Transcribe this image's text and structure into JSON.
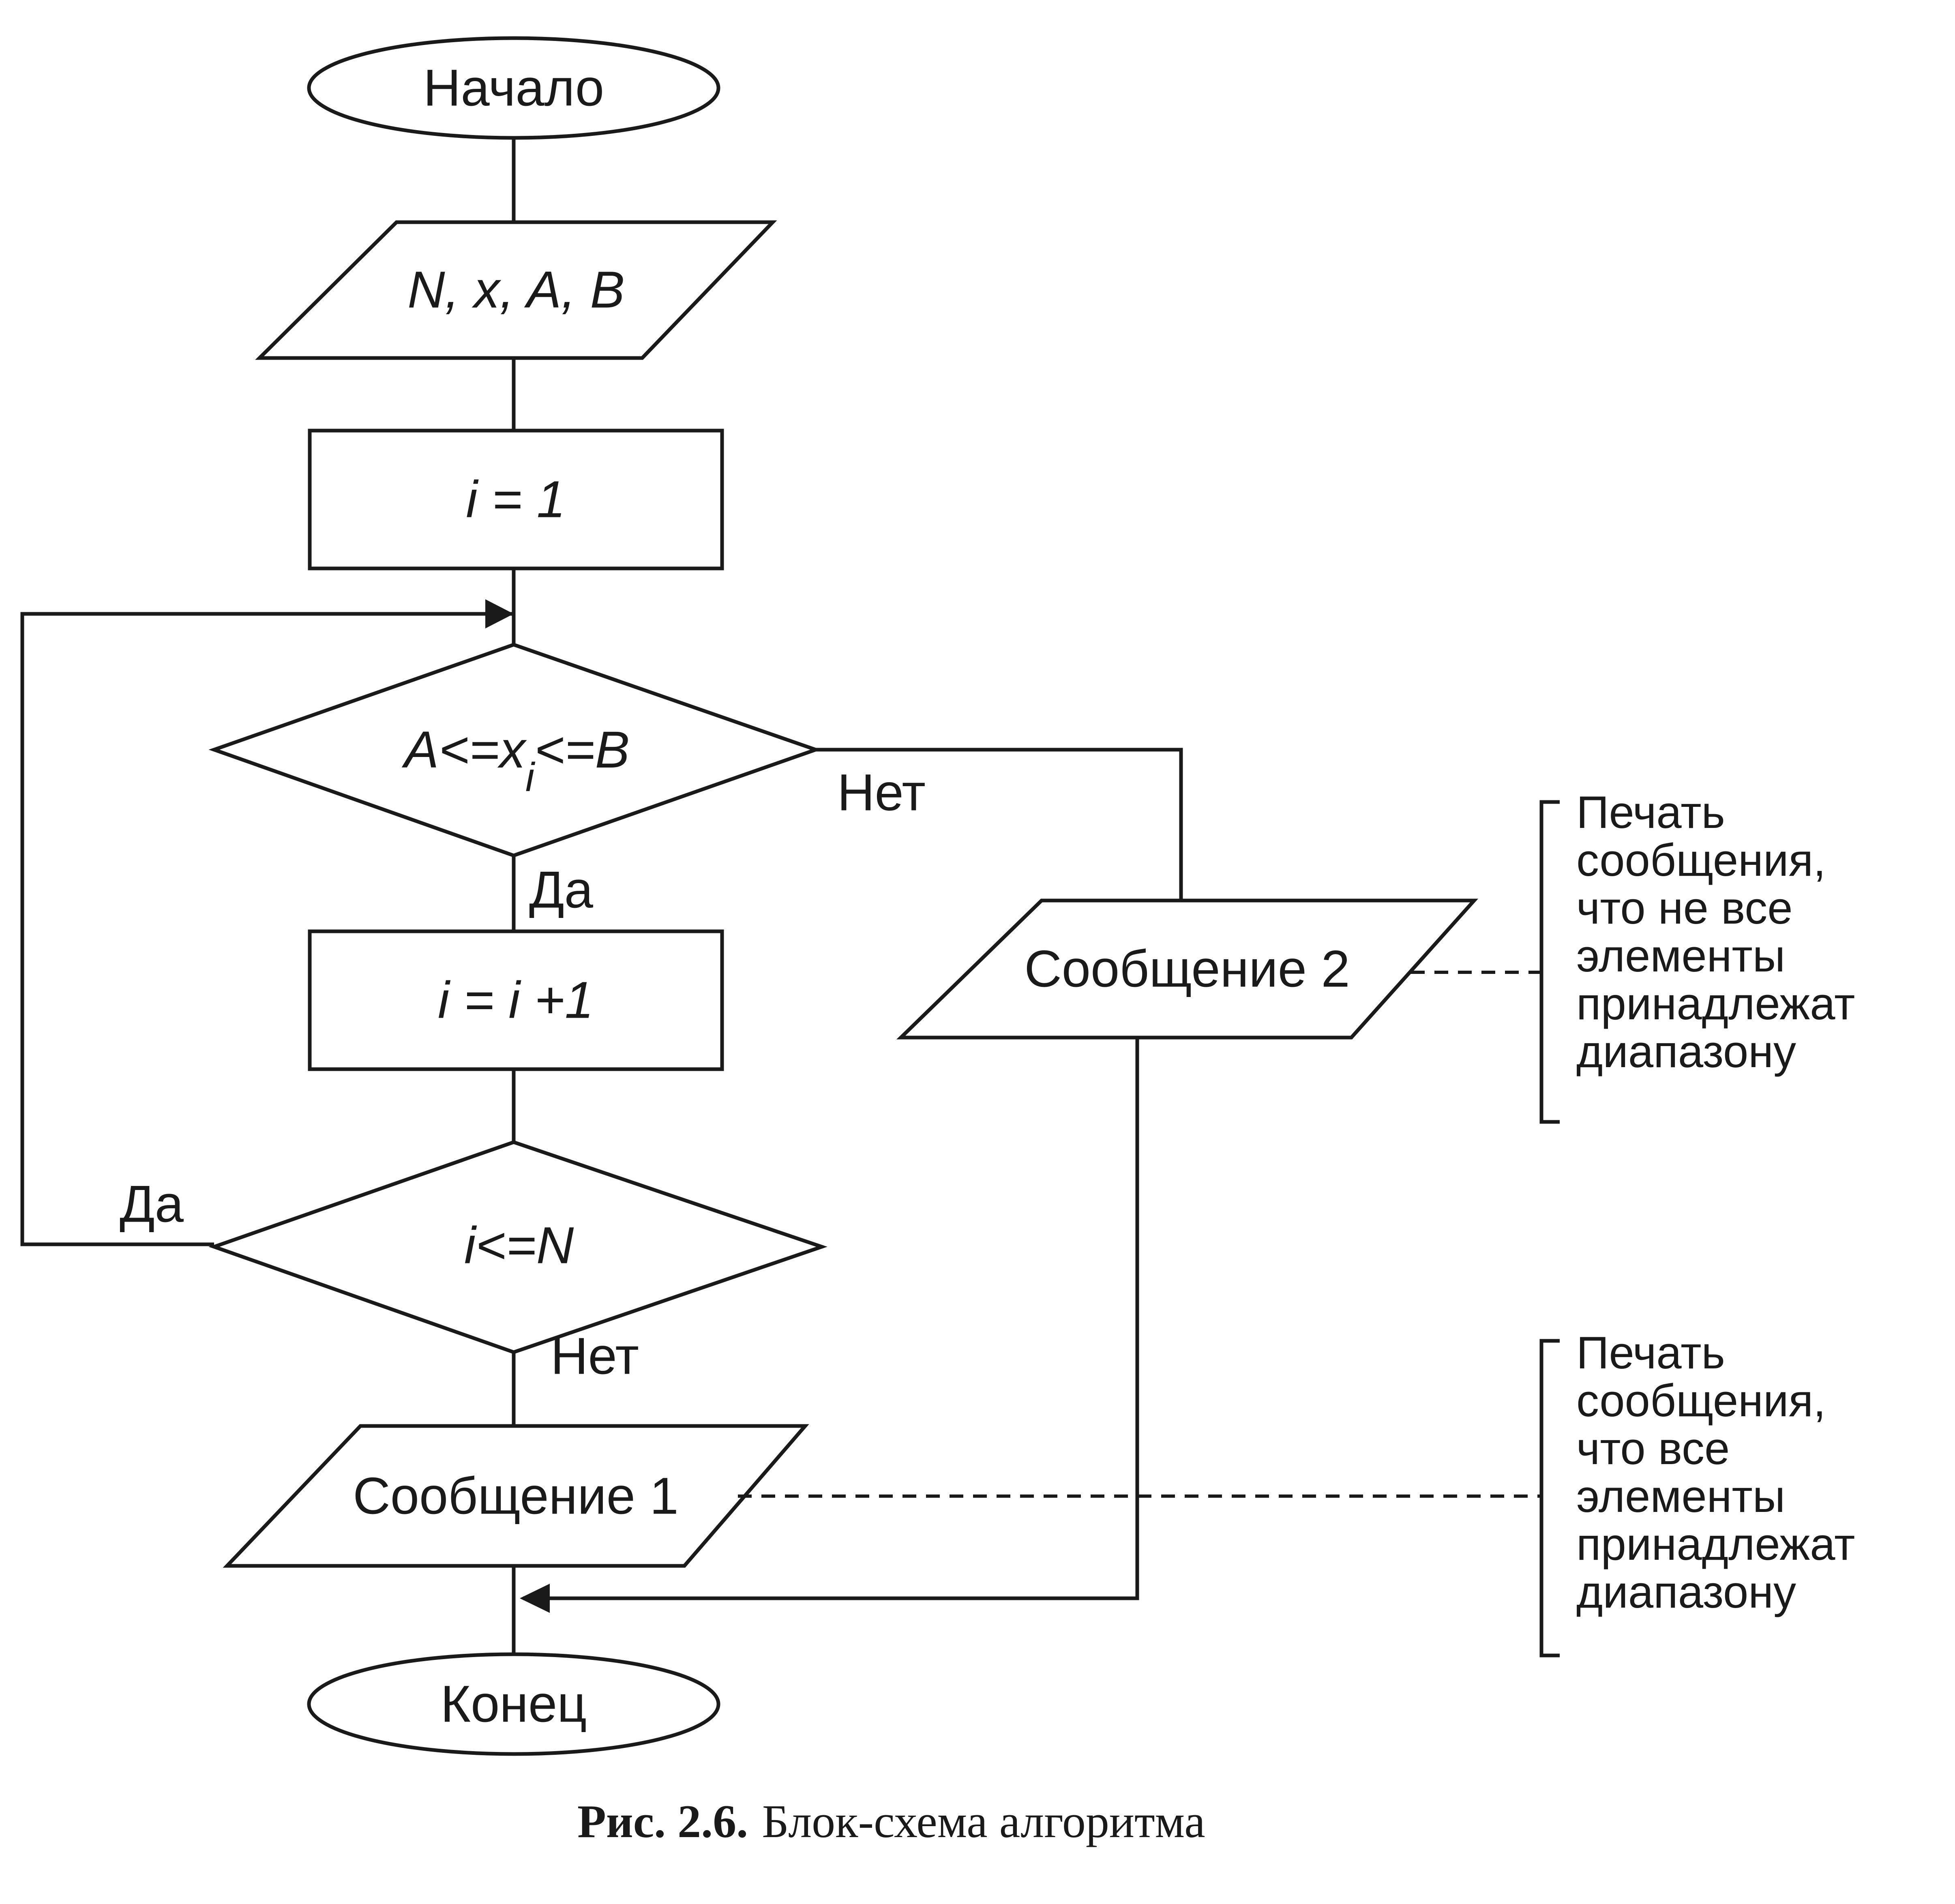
{
  "nodes": {
    "start": "Начало",
    "input": "N, x, A, B",
    "init": "i = 1",
    "cond1": {
      "lhs": "A<=x",
      "sub": "i",
      "rhs": "<=B"
    },
    "increment": "i = i +1",
    "cond2": "i<=N",
    "msg2": "Сообщение 2",
    "msg1": "Сообщение 1",
    "end": "Конец"
  },
  "edges": {
    "cond1_yes": "Да",
    "cond1_no": "Нет",
    "cond2_yes": "Да",
    "cond2_no": "Нет"
  },
  "notes": {
    "note_msg2": [
      "Печать",
      "сообщения,",
      "что не все",
      "элементы",
      "принадлежат",
      "диапазону"
    ],
    "note_msg1": [
      "Печать",
      "сообщения,",
      "что все",
      "элементы",
      "принадлежат",
      "диапазону"
    ]
  },
  "caption": {
    "label": "Рис. 2.6.",
    "text": "Блок-схема алгоритма"
  }
}
